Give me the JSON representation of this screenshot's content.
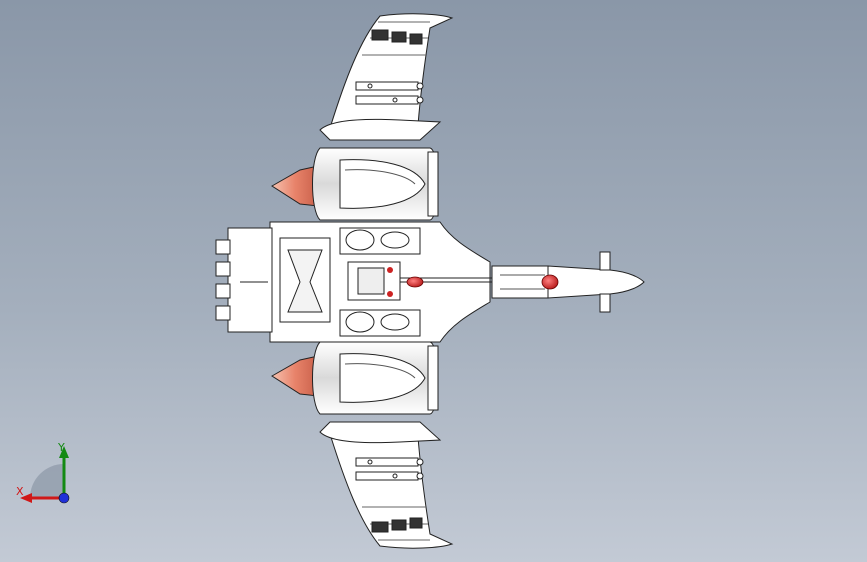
{
  "viewport": {
    "background_top": "#8a97a8",
    "background_bottom": "#c3cad5"
  },
  "model": {
    "icon": "aircraft-top-view",
    "body_color": "#ffffff",
    "line_color": "#222222",
    "engine_color": "#e8836a",
    "accent_color": "#d42020"
  },
  "triad": {
    "x_label": "X",
    "y_label": "Y",
    "x_color": "#d01818",
    "y_color": "#138a13",
    "z_color": "#2030d8"
  }
}
